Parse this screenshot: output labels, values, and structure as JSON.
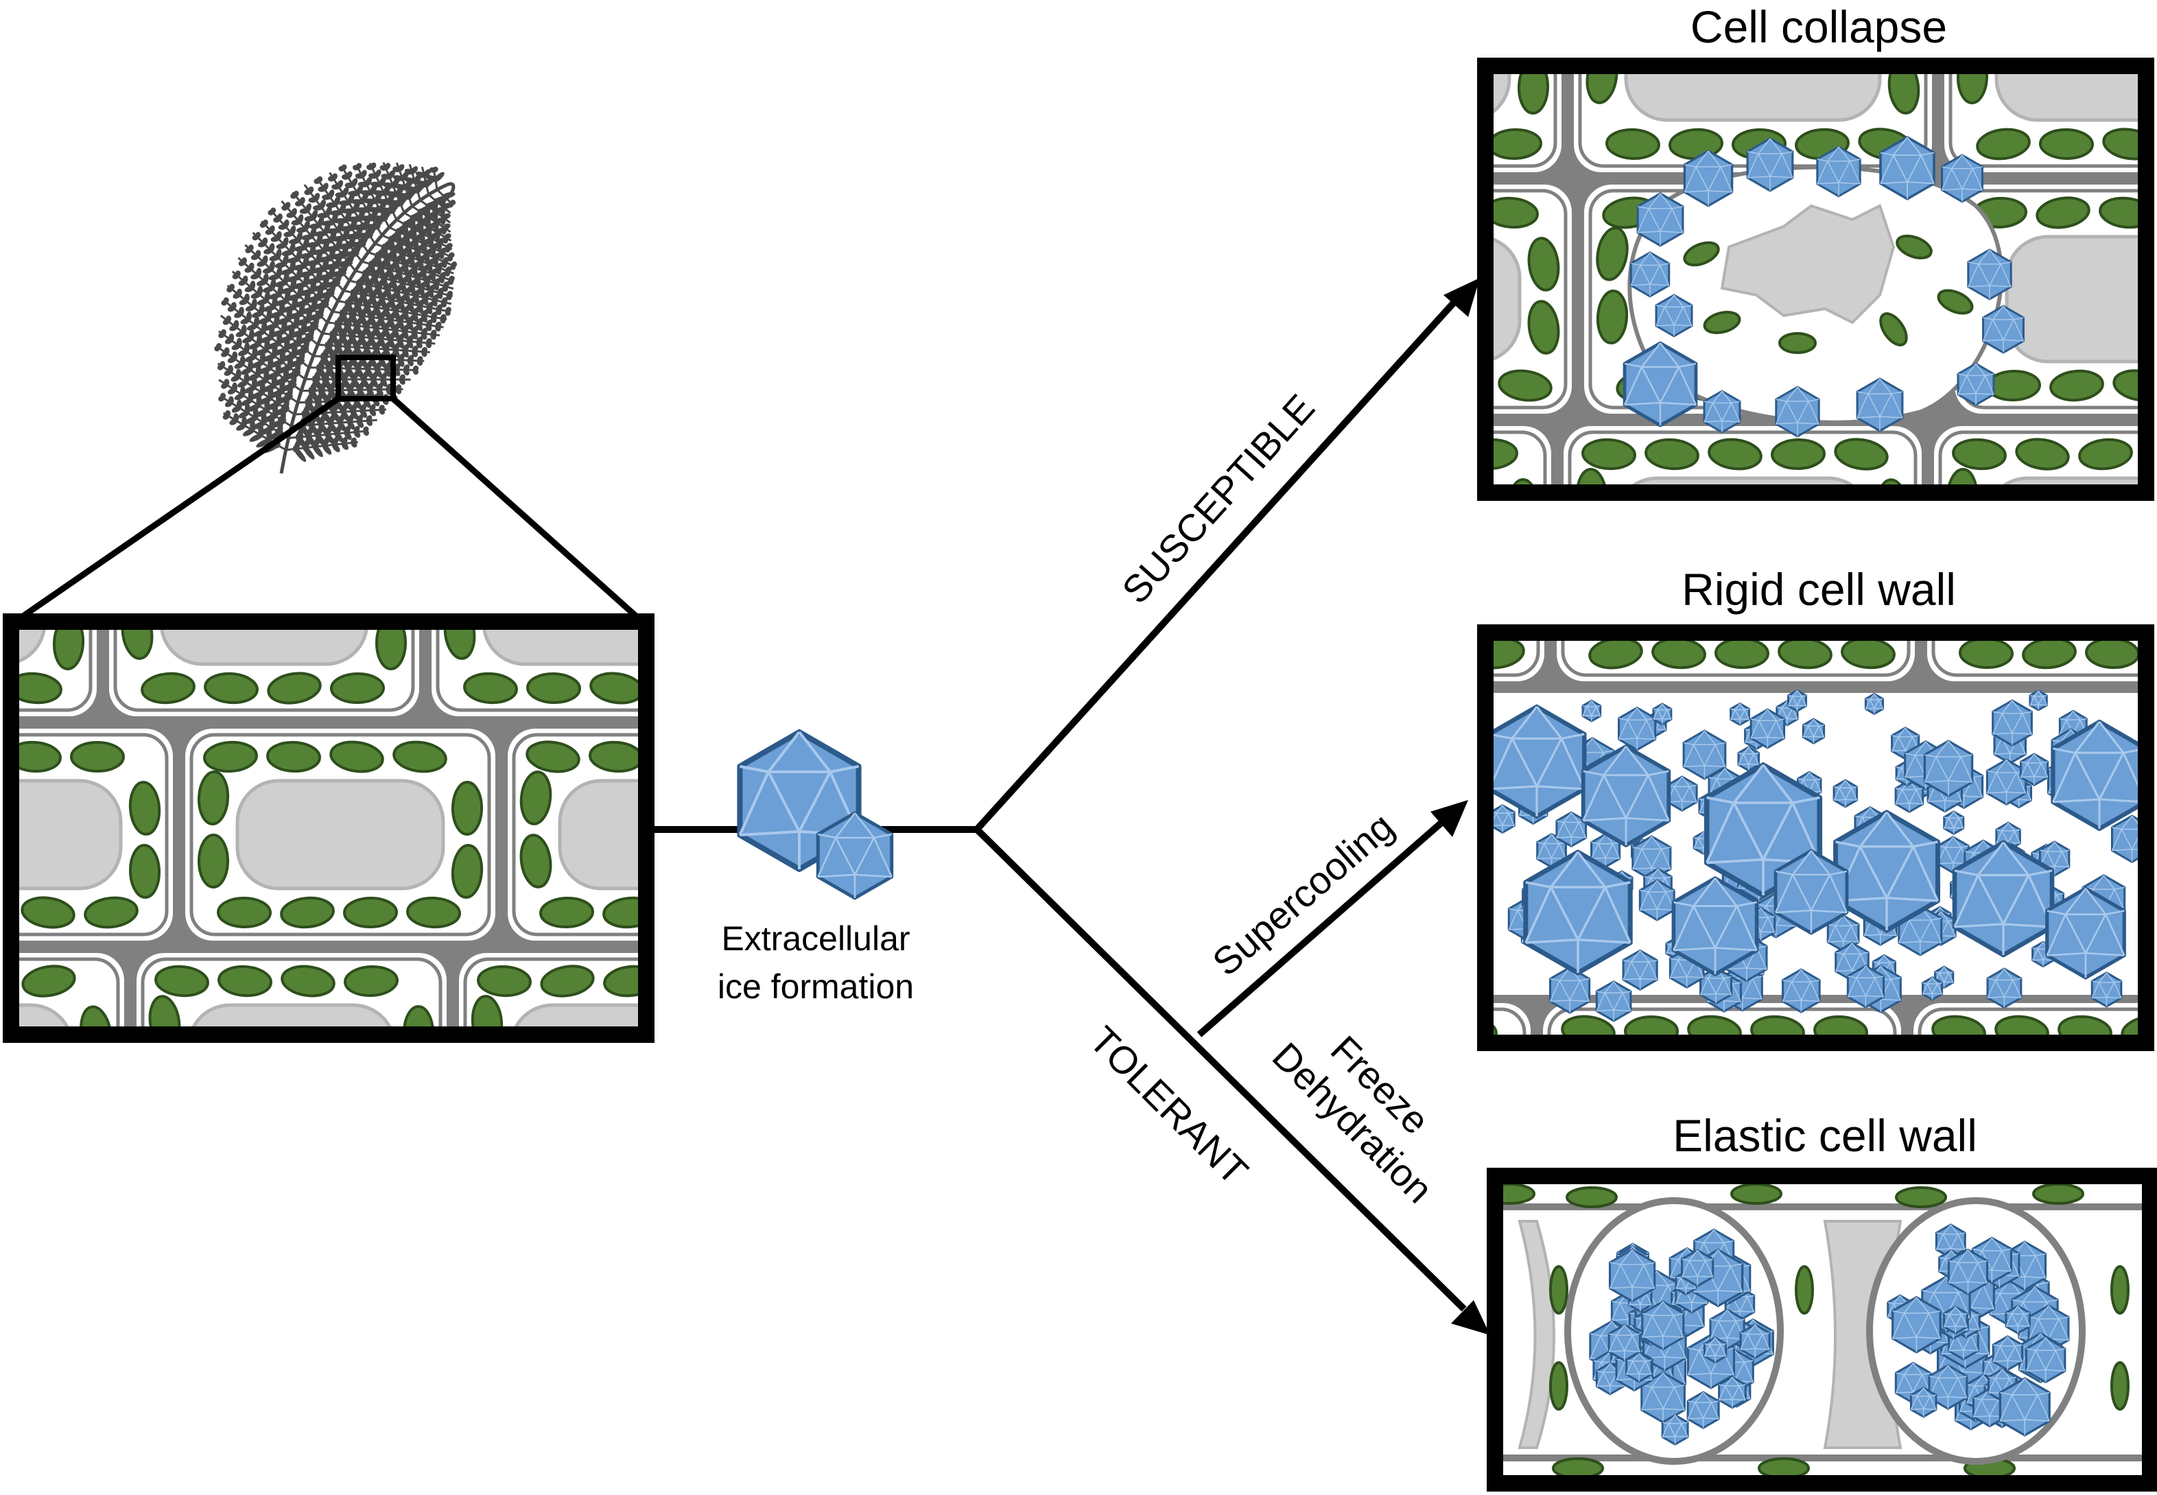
{
  "figure": {
    "ice_caption": [
      "Extracellular",
      "ice formation"
    ],
    "branch_labels": {
      "susceptible": "SUSCEPTIBLE",
      "tolerant": "TOLERANT",
      "supercooling": "Supercooling",
      "freeze_dehydration": [
        "Freeze",
        "Dehydration"
      ]
    },
    "panels": [
      {
        "title": "Cell collapse"
      },
      {
        "title": "Rigid cell wall"
      },
      {
        "title": "Elastic cell wall"
      }
    ]
  },
  "colors": {
    "chloroplast": "#548235",
    "chloroplast_edge": "#2e4f1c",
    "cell_wall": "#808080",
    "vacuole": "#d0cfd0",
    "ice": "#6b9fd5",
    "ice_edge": "#2c5a8a",
    "ice_facet": "#a8c8ec",
    "fern": "#4a4a4a"
  }
}
